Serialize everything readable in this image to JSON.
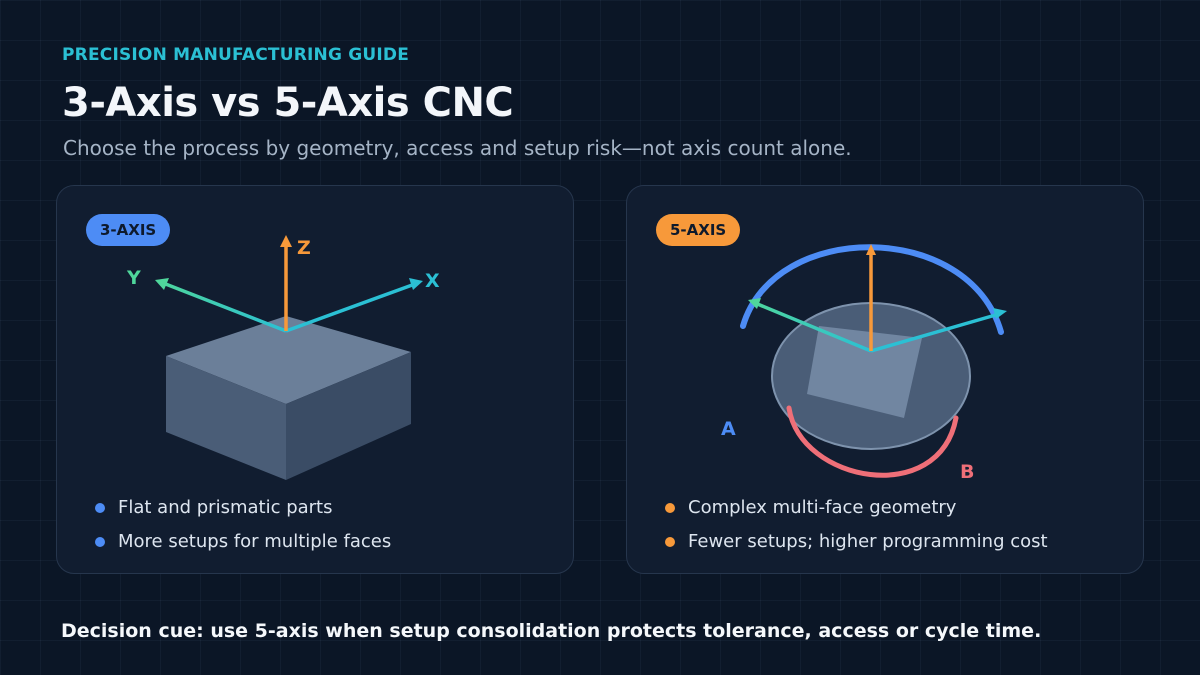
{
  "header": {
    "eyebrow": "PRECISION MANUFACTURING GUIDE",
    "title": "3-Axis vs 5-Axis CNC",
    "subtitle": "Choose the process by geometry, access and setup risk—not axis count alone."
  },
  "panels": {
    "three_axis": {
      "badge": "3-AXIS",
      "axis_labels": {
        "x": "X",
        "y": "Y",
        "z": "Z"
      },
      "bullets": [
        "Flat and prismatic parts",
        "More setups for multiple faces"
      ]
    },
    "five_axis": {
      "badge": "5-AXIS",
      "rotary_labels": {
        "a": "A",
        "b": "B"
      },
      "bullets": [
        "Complex multi-face geometry",
        "Fewer setups; higher programming cost"
      ]
    }
  },
  "footer": {
    "decision_cue": "Decision cue: use 5-axis when setup consolidation protects tolerance, access or cycle time."
  },
  "colors": {
    "background": "#0b1626",
    "panel": "#111d30",
    "accent_cyan": "#2bc0d4",
    "three_axis_blue": "#4d8cf5",
    "five_axis_orange": "#f7993a",
    "y_axis_green": "#4fd69b",
    "b_axis_red": "#ef6f78"
  }
}
